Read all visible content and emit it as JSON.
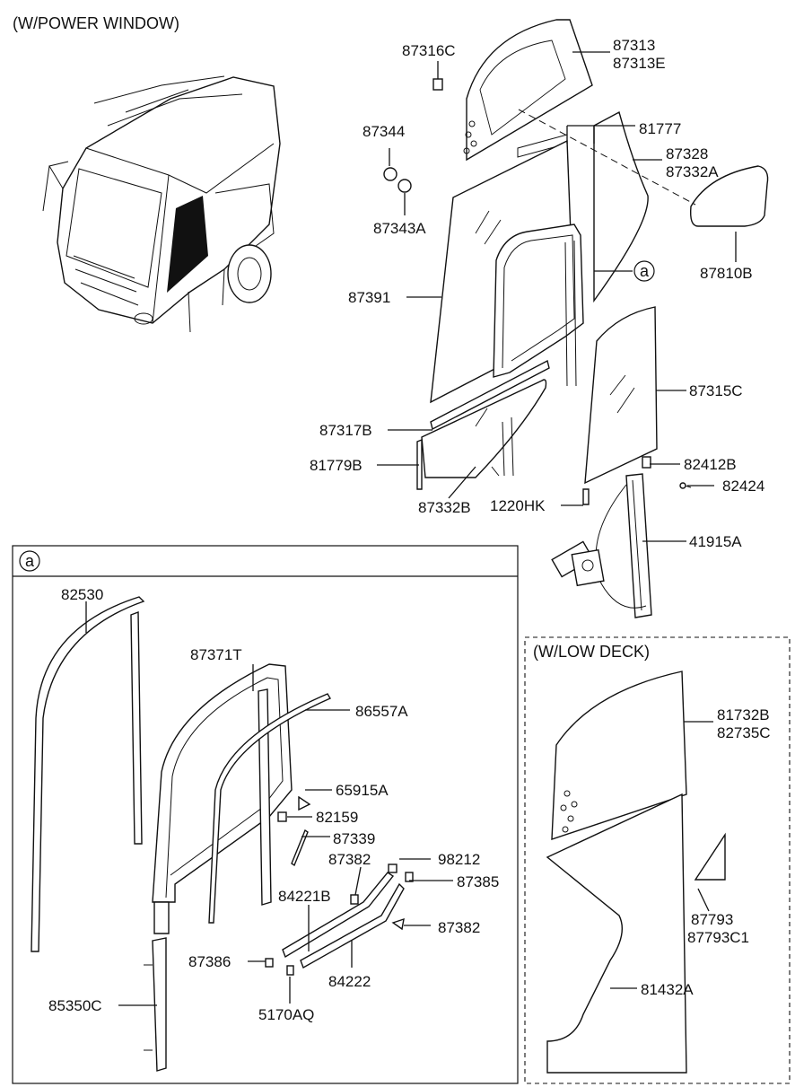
{
  "titles": {
    "power_window": "(W/POWER WINDOW)",
    "low_deck": "(W/LOW DECK)",
    "detail_ref_top": "a",
    "detail_ref_box": "a"
  },
  "labels": {
    "p87316C": "87316C",
    "p87313": "87313",
    "p87313E": "87313E",
    "p87344": "87344",
    "p81777": "81777",
    "p87328": "87328",
    "p87332A": "87332A",
    "p87343A": "87343A",
    "p87810B": "87810B",
    "p87391": "87391",
    "p87315C": "87315C",
    "p87317B": "87317B",
    "p81779B": "81779B",
    "p82412B": "82412B",
    "p82424": "82424",
    "p87332B": "87332B",
    "p1220HK": "1220HK",
    "p41915A": "41915A",
    "p82530": "82530",
    "p87371T": "87371T",
    "p86557A": "86557A",
    "p65915A": "65915A",
    "p82159": "82159",
    "p87339": "87339",
    "p87382a": "87382",
    "p98212": "98212",
    "p84221B": "84221B",
    "p87385": "87385",
    "p87382b": "87382",
    "p87386": "87386",
    "p84222": "84222",
    "p85350C": "85350C",
    "p5170AQ": "5170AQ",
    "p81732B": "81732B",
    "p82735C": "82735C",
    "p87793": "87793",
    "p87793C1": "87793C1",
    "p81432A": "81432A"
  }
}
